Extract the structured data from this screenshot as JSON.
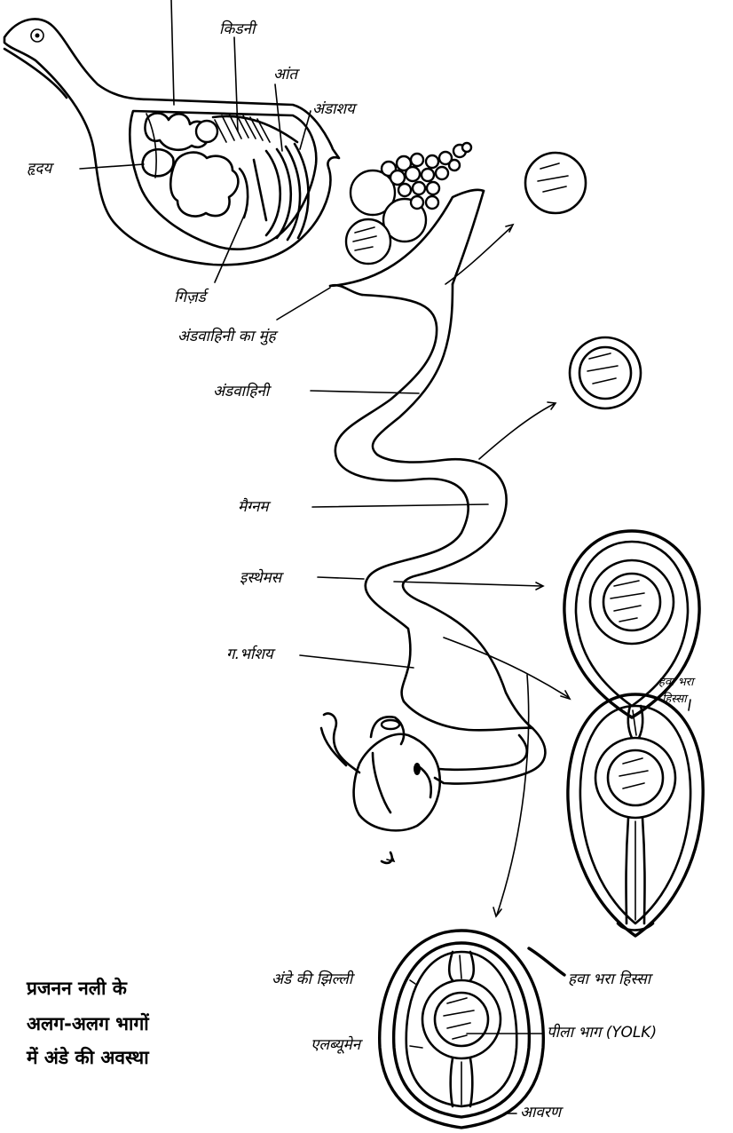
{
  "labels": {
    "kidney": "किडनी",
    "intestine": "आंत",
    "ovary": "अंडाशय",
    "heart": "हृदय",
    "gizzard": "गिज़र्ड",
    "oviduct_mouth": "अंडवाहिनी का मुंह",
    "oviduct": "अंडवाहिनी",
    "magnum": "मैग्नम",
    "isthmus": "इस्थेमस",
    "uterus": "ग.र्भाशय",
    "air_space_small_1": "हवा भरा",
    "air_space_small_2": "हिस्सा",
    "egg_membrane": "अंडे की झिल्ली",
    "air_space": "हवा भरा हिस्सा",
    "yolk": "पीला भाग (YOLK)",
    "albumen": "एलब्यूमेन",
    "shell": "आवरण"
  },
  "caption": {
    "line1": "प्रजनन नली के",
    "line2": "अलग-अलग भागों",
    "line3": "में अंडे की अवस्था"
  },
  "colors": {
    "ink": "#000000",
    "paper": "#ffffff"
  }
}
